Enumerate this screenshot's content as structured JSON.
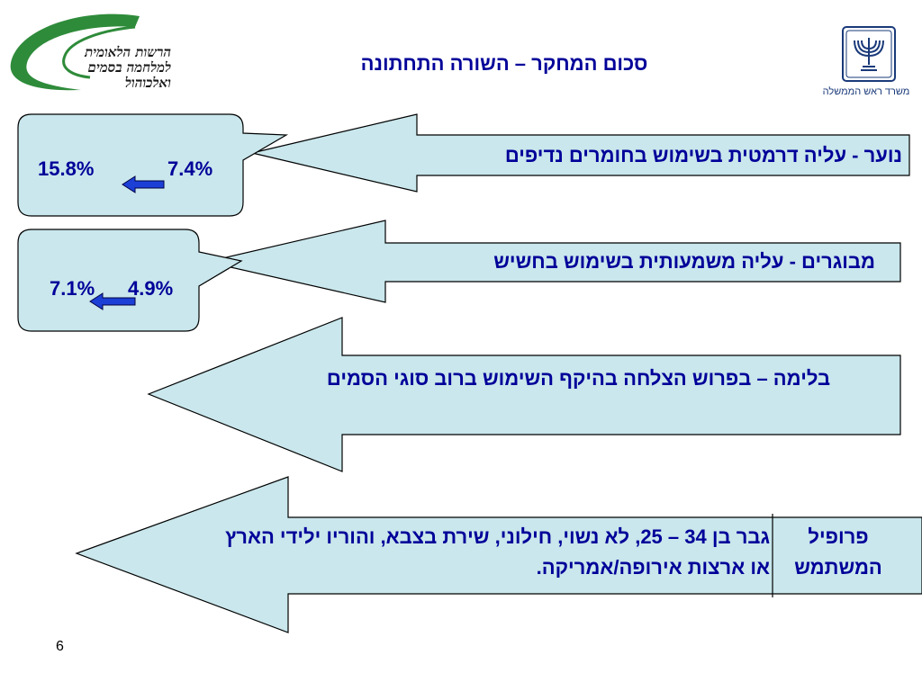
{
  "logo": {
    "lines": [
      "הרשות הלאומית",
      "למלחמה בסמים",
      "ואלכוהול"
    ],
    "colors": {
      "swoosh": "#2e8b3a"
    }
  },
  "emblem": {
    "icon": "menorah-emblem-icon",
    "caption": "משרד ראש הממשלה"
  },
  "title": "סכום המחקר – השורה התחתונה",
  "arrows": [
    {
      "text": "נוער - עליה דרמטית בשימוש בחומרים נדיפים"
    },
    {
      "text": "מבוגרים - עליה משמעותית בשימוש בחשיש"
    },
    {
      "text": "בלימה – בפרוש הצלחה בהיקף השימוש ברוב סוגי הסמים"
    },
    {
      "label": "פרופיל המשתמש",
      "text": "גבר בן 34 – 25, לא נשוי, חילוני, שירת בצבא, והוריו ילידי הארץ או ארצות אירופה/אמריקה."
    }
  ],
  "callouts": [
    {
      "from": "7.4%",
      "to": "15.8%",
      "icon": "left-arrow-icon"
    },
    {
      "from": "4.9%",
      "to": "7.1%",
      "icon": "left-arrow-icon"
    }
  ],
  "page_number": "6",
  "colors": {
    "shape_fill": "#c9e7ec",
    "text": "#000099",
    "arrow_icon": "#1c3fd6"
  }
}
